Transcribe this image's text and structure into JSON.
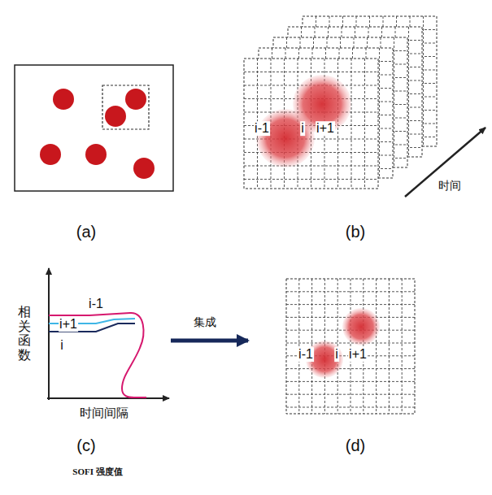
{
  "diagram": {
    "labels": [
      "(a)",
      "i-1",
      "i",
      "i+1",
      "时间",
      "(b)",
      "相关函数",
      "i-1",
      "i+1",
      "i",
      "时间间隔",
      "集成",
      "i-1",
      "i",
      "i+1",
      "(c)",
      "(d)",
      "SOFI 强度值"
    ]
  }
}
